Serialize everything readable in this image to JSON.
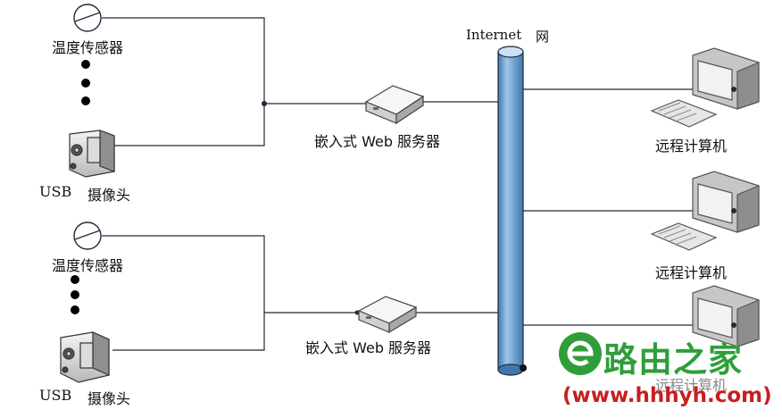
{
  "internet_label": "Internet",
  "internet_label_cn": "网",
  "groups": [
    {
      "sensor_label": "温度传感器",
      "camera_usb": "USB",
      "camera_label": "摄像头",
      "server_label": "嵌入式 Web 服务器"
    },
    {
      "sensor_label": "温度传感器",
      "camera_usb": "USB",
      "camera_label": "摄像头",
      "server_label": "嵌入式 Web 服务器"
    }
  ],
  "computers": [
    {
      "label": "远程计算机"
    },
    {
      "label": "远程计算机"
    },
    {
      "label": "远程计算机"
    }
  ],
  "watermark": {
    "brand": "路由之家",
    "url": "(www.hhhyh.com)"
  },
  "colors": {
    "pipe": "#5e98cc",
    "line": "#1f2a3a",
    "watermark_green": "#2f9e3a",
    "watermark_red": "#c81e1e"
  }
}
